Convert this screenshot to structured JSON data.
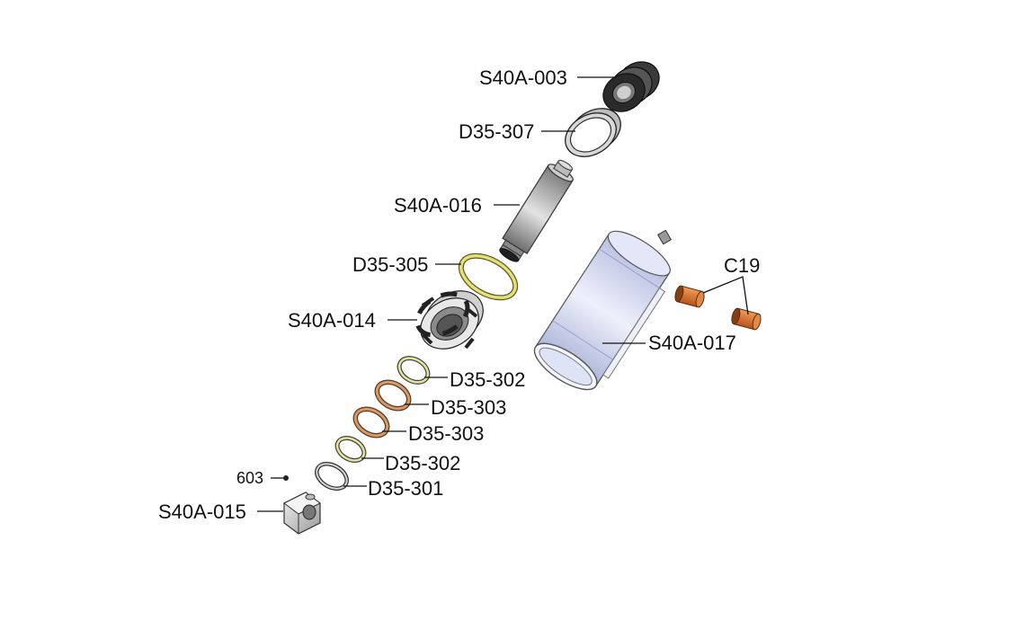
{
  "diagram": {
    "labels": {
      "s40a_003": "S40A-003",
      "d35_307": "D35-307",
      "s40a_016": "S40A-016",
      "d35_305": "D35-305",
      "s40a_014": "S40A-014",
      "d35_302_a": "D35-302",
      "d35_303_a": "D35-303",
      "d35_303_b": "D35-303",
      "d35_302_b": "D35-302",
      "d35_301": "D35-301",
      "p603": "603",
      "s40a_015": "S40A-015",
      "s40a_017": "S40A-017",
      "c19": "C19"
    },
    "colors": {
      "rubber_dark": "#2a2a2a",
      "steel": "#a9a9a9",
      "yellow_ring": "#e3e07a",
      "bronze_ring": "#c9844a",
      "tube_blue": "#dde2f5",
      "copper": "#d2691e"
    }
  }
}
